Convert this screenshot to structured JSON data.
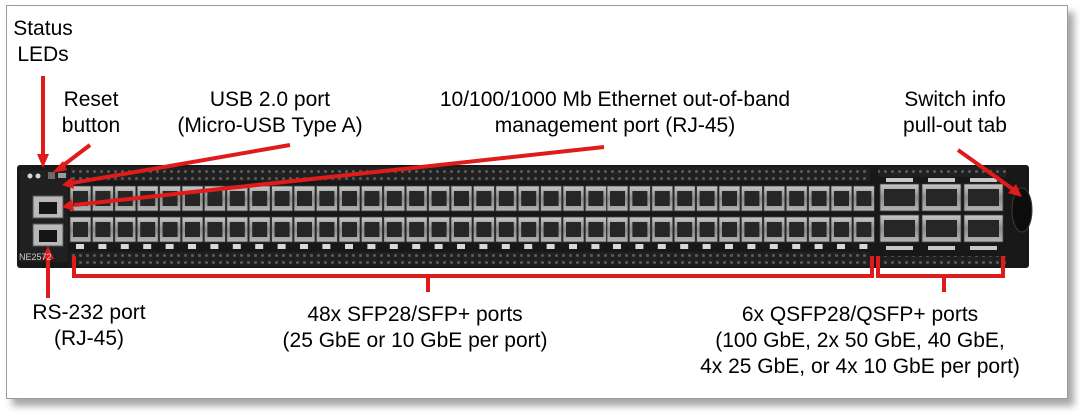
{
  "device": {
    "model_label": "NE2572"
  },
  "callouts": {
    "status_leds": [
      "Status",
      "LEDs"
    ],
    "reset_button": [
      "Reset",
      "button"
    ],
    "usb_port": [
      "USB 2.0 port",
      "(Micro-USB Type A)"
    ],
    "mgmt_port": [
      "10/100/1000 Mb Ethernet out-of-band",
      "management port (RJ-45)"
    ],
    "info_tab": [
      "Switch info",
      "pull-out tab"
    ],
    "rs232_port": [
      "RS-232 port",
      "(RJ-45)"
    ],
    "sfp_ports": [
      "48x SFP28/SFP+ ports",
      "(25 GbE or 10 GbE per port)"
    ],
    "qsfp_ports": [
      "6x QSFP28/QSFP+ ports",
      "(100 GbE, 2x 50 GbE, 40 GbE,",
      "4x 25 GbE, or 4x 10 GbE per port)"
    ]
  },
  "colors": {
    "annotation": "#e01b1b",
    "chassis": "#1c1c1c",
    "port_cage": "#8e8e8e"
  }
}
